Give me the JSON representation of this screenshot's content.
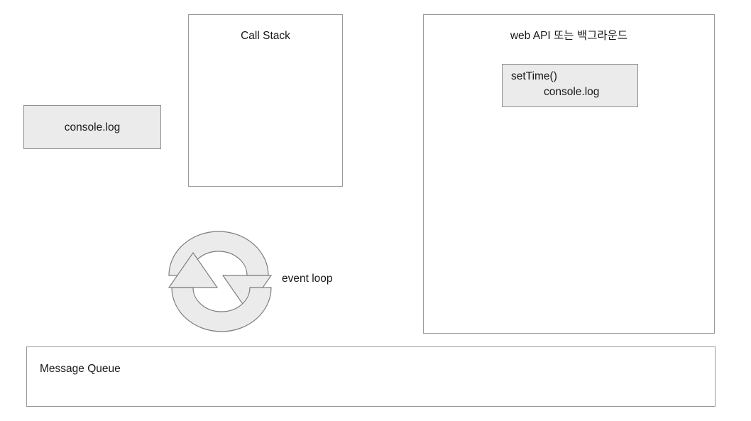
{
  "diagram": {
    "title": "JavaScript event loop diagram",
    "background_color": "#ffffff",
    "box_border_color": "#9a9a9a",
    "box_fill_color": "#ebebeb",
    "text_color": "#17181a"
  },
  "console_log_box": {
    "label": "console.log"
  },
  "call_stack_box": {
    "title": "Call Stack"
  },
  "web_api_box": {
    "title": "web API 또는 백그라운드",
    "card": {
      "line_1": "setTime()",
      "line_2": "console.log"
    }
  },
  "event_loop": {
    "icon_name": "circular-loop-icon",
    "label": "event loop"
  },
  "message_queue_box": {
    "title": "Message Queue"
  }
}
